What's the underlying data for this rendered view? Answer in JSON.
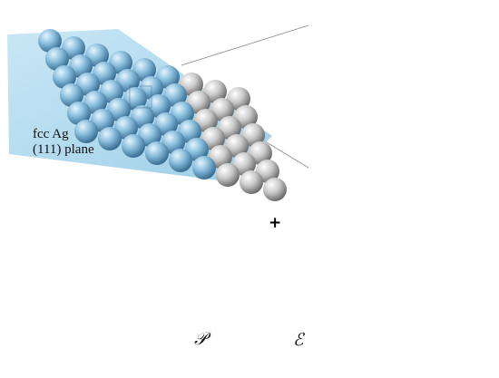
{
  "plane_label": {
    "line1": "fcc Ag",
    "line2": "(111) plane"
  },
  "symbols": {
    "left": "𝒫",
    "right": "ℰ"
  },
  "colorbar": {
    "plus": "+",
    "colors": [
      "#1d4f8c",
      "#3f77b3",
      "#6b9ccd",
      "#9ec2e3",
      "#cfe0f1",
      "#f2f6fb"
    ]
  },
  "colors": {
    "plane": "#9fd0ea",
    "atom": "#7fb6d8",
    "sphere_dark": "#1f5c9a",
    "sphere_light": "#a9cfe9",
    "contour_red": "#c02040",
    "edges": "#000000"
  }
}
